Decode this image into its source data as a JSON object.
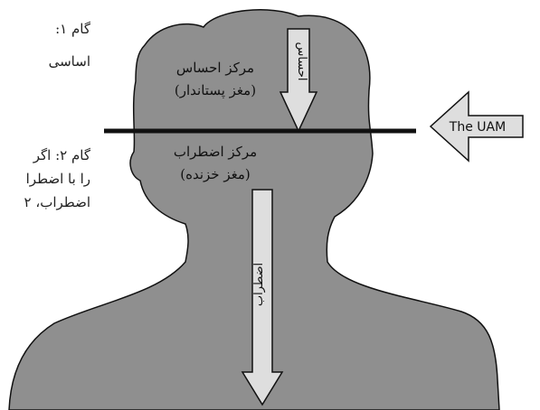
{
  "side_notes": {
    "step1_line1": "گام ۱: ",
    "step1_line2": "اساسی",
    "step2_line1": "گام ۲: اگر",
    "step2_line2": "را با اضطرا",
    "step2_line3": "اضطراب، ۲"
  },
  "diagram": {
    "upper_center_title": "مرکز احساس",
    "upper_center_sub": "(مغز پستاندار)",
    "lower_center_title": "مرکز اضطراب",
    "lower_center_sub": "(مغز خزنده)",
    "feeling_arrow_label": "احساس",
    "anxiety_arrow_label": "اضطراب",
    "uam_arrow_label": "The UAM"
  },
  "colors": {
    "silhouette": "#8f8f8f",
    "arrow_fill": "#dedede",
    "outline": "#111111"
  }
}
